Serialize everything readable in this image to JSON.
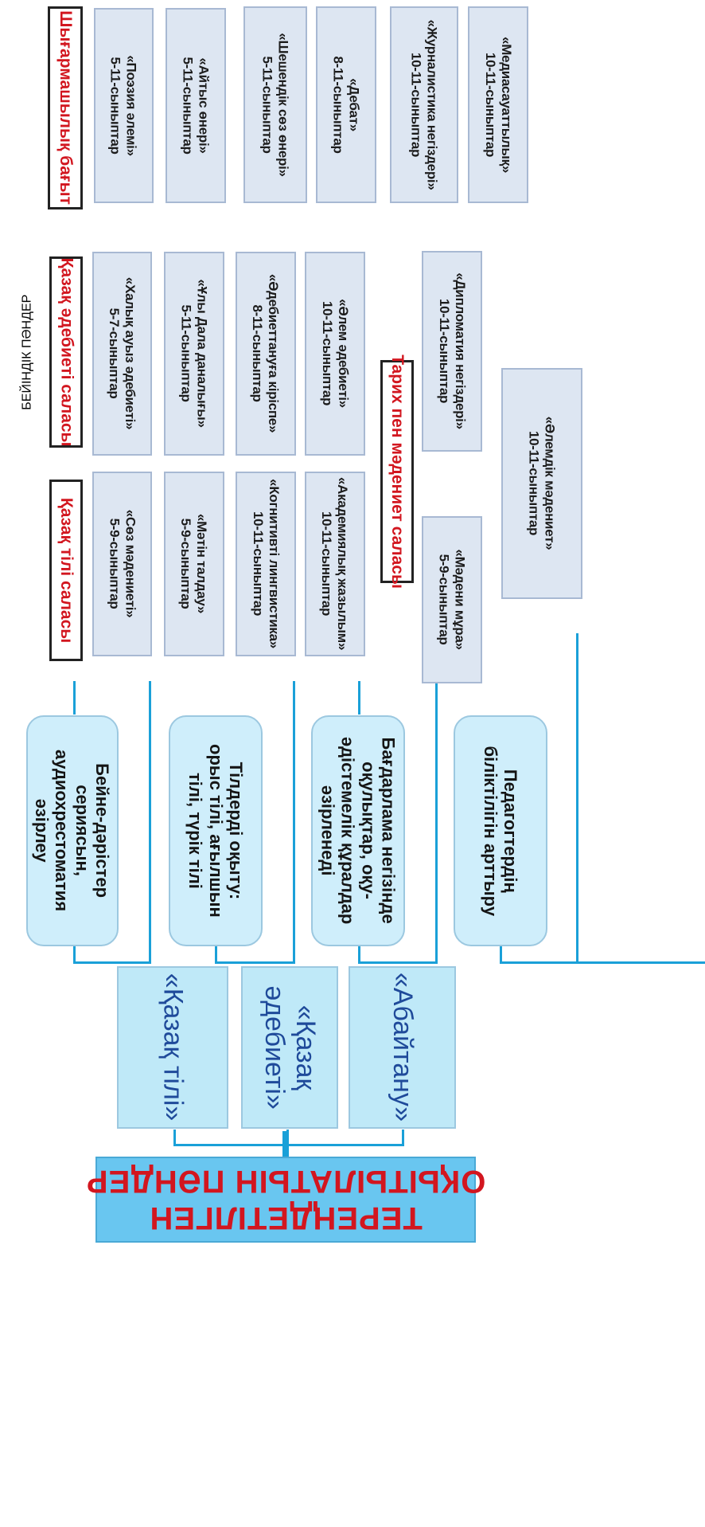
{
  "main_title": "БЕЙІНДІК ПӘНДЕР",
  "banner_title": "ТЕРЕҢДЕТІЛГЕН ОҚЫТЫЛАТЫН ПӘНДЕР",
  "subjects": [
    "«Қазақ тілі»",
    "«Қазақ әдебиеті»",
    "«Абайтану»"
  ],
  "activities": [
    [
      "Бейне-дәрістер",
      "сериясын,",
      "аудиохрестоматия",
      "әзірлеу"
    ],
    [
      "Тілдерді оқыту:",
      "орыс тілі, ағылшын",
      "тілі, түрік тілі"
    ],
    [
      "Бағдарлама негізінде",
      "оқулықтар, оқу-",
      "әдістемелік құралдар",
      "әзірленеді"
    ],
    [
      "Педагогтердің",
      "біліктілігін арттыру"
    ]
  ],
  "sections": {
    "language": {
      "header": "Қазақ тілі саласы",
      "courses": [
        [
          "«Сөз мәдениеті»",
          "5-9-сыныптар"
        ],
        [
          "«Мәтін талдау»",
          "5-9-сыныптар"
        ],
        [
          "«Когнитивті лингвистика»",
          "10-11-сыныптар"
        ],
        [
          "«Академиялық жазылым»",
          "10-11-сыныптар"
        ]
      ]
    },
    "literature": {
      "header": "Қазақ әдебиеті саласы",
      "courses": [
        [
          "«Халық ауыз әдебиеті»",
          "5-7-сыныптар"
        ],
        [
          "«Ұлы Дала даналығы»",
          "5-11-сыныптар"
        ],
        [
          "«Әдебиеттануға кіріспе»",
          "8-11-сыныптар"
        ],
        [
          "«Әлем әдебиеті»",
          "10-11-сыныптар"
        ]
      ]
    },
    "history": {
      "header": "Тарих пен мәдениет саласы",
      "courses": [
        [
          "«Мәдени мұра»",
          "5-9-сыныптар"
        ],
        [
          "«Дипломатия негіздері»",
          "10-11-сыныптар"
        ],
        [
          "«Әлемдік мәдениет»",
          "10-11-сыныптар"
        ]
      ]
    },
    "creative": {
      "header": "Шығармашылық бағыт",
      "courses": [
        [
          "«Поэзия әлемі»",
          "5-11-сыныптар"
        ],
        [
          "«Айтыс өнері»",
          "5-11-сыныптар"
        ],
        [
          "«Шешендік сөз өнері»",
          "5-11-сыныптар"
        ],
        [
          "«Дебат»",
          "8-11-сыныптар"
        ],
        [
          "«Журналистика негіздері»",
          "10-11-сыныптар"
        ],
        [
          "«Медиасауаттылық»",
          "10-11-сыныптар"
        ]
      ]
    }
  },
  "colors": {
    "accent_red": "#d2161f",
    "title_blue": "#1f4a9a",
    "connector": "#1aa0d8",
    "banner_fill": "#69c6f0",
    "card_fill": "#dde6f2"
  }
}
